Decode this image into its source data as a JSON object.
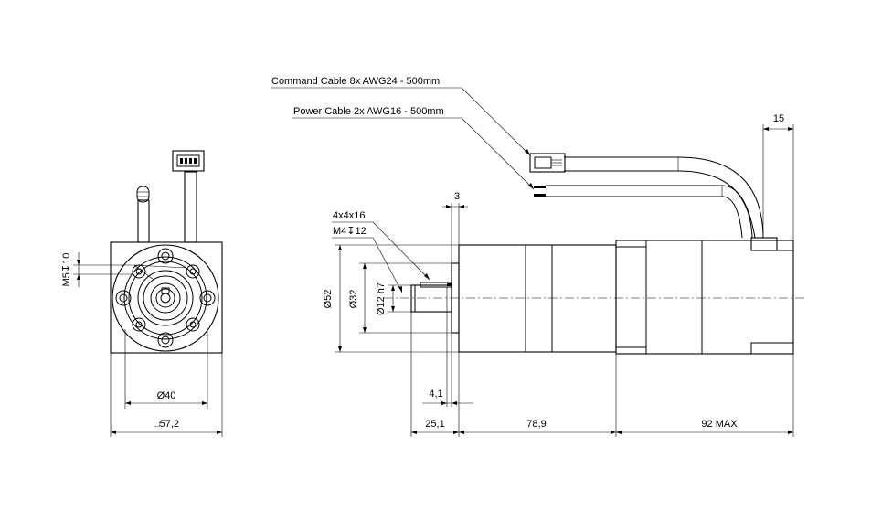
{
  "callouts": {
    "command_cable": "Command Cable 8x AWG24 - 500mm",
    "power_cable": "Power Cable 2x AWG16 - 500mm",
    "key": "4x4x16",
    "thread_side": "M4↧12"
  },
  "front_view": {
    "mount_thread": "M5↧10",
    "pcd": "Ø40",
    "flange_square": "□57,2"
  },
  "side_view": {
    "cable_offset": "15",
    "shoulder": "3",
    "dia_body": "Ø52",
    "dia_pilot": "Ø32",
    "dia_shaft": "Ø12 h7",
    "key_offset": "4,1",
    "shaft_length": "25,1",
    "gearbox_length": "78,9",
    "motor_length": "92 MAX"
  }
}
